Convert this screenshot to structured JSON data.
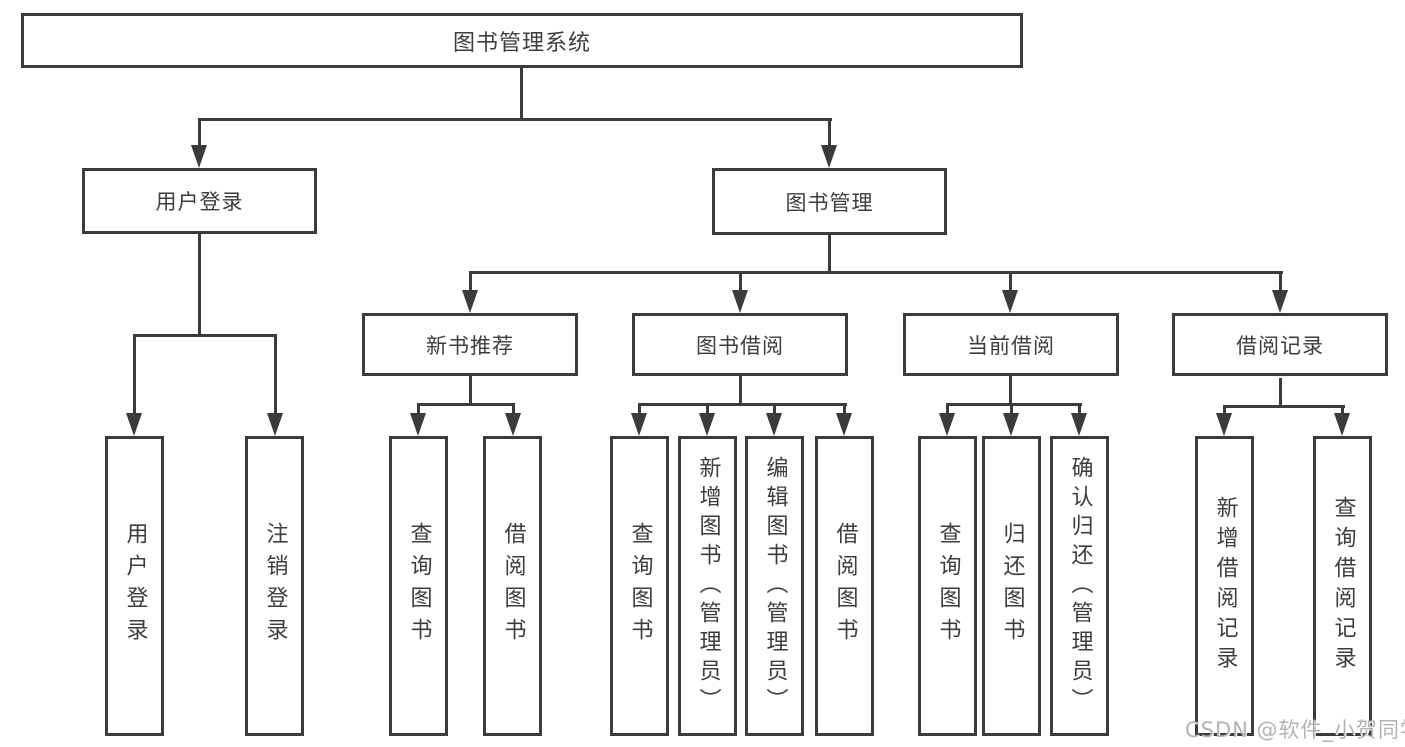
{
  "diagram": {
    "type": "org-tree",
    "watermark": "CSDN @软件_小贺同学",
    "colors": {
      "line": "#3b3b3b",
      "text": "#3d3d3d",
      "watermark": "#b3b3b3",
      "background": "#ffffff"
    },
    "nodes": {
      "root": {
        "label": "图书管理系统"
      },
      "user_login": {
        "label": "用户登录"
      },
      "book_mgmt": {
        "label": "图书管理"
      },
      "new_books": {
        "label": "新书推荐"
      },
      "book_borrow": {
        "label": "图书借阅"
      },
      "current_borrow": {
        "label": "当前借阅"
      },
      "borrow_records": {
        "label": "借阅记录"
      },
      "leaf_user_login": {
        "label": "用户登录"
      },
      "leaf_logout": {
        "label": "注销登录"
      },
      "leaf_query_books_1": {
        "label": "查询图书"
      },
      "leaf_borrow_books_1": {
        "label": "借阅图书"
      },
      "leaf_query_books_2": {
        "label": "查询图书"
      },
      "leaf_add_books_admin": {
        "label": "新增图书（管理员）"
      },
      "leaf_edit_books_admin": {
        "label": "编辑图书（管理员）"
      },
      "leaf_borrow_books_2": {
        "label": "借阅图书"
      },
      "leaf_query_books_3": {
        "label": "查询图书"
      },
      "leaf_return_books": {
        "label": "归还图书"
      },
      "leaf_confirm_return_admin": {
        "label": "确认归还（管理员）"
      },
      "leaf_add_borrow_record": {
        "label": "新增借阅记录"
      },
      "leaf_query_borrow_record": {
        "label": "查询借阅记录"
      }
    },
    "edges": [
      "root->user_login",
      "root->book_mgmt",
      "user_login->leaf_user_login",
      "user_login->leaf_logout",
      "book_mgmt->new_books",
      "book_mgmt->book_borrow",
      "book_mgmt->current_borrow",
      "book_mgmt->borrow_records",
      "new_books->leaf_query_books_1",
      "new_books->leaf_borrow_books_1",
      "book_borrow->leaf_query_books_2",
      "book_borrow->leaf_add_books_admin",
      "book_borrow->leaf_edit_books_admin",
      "book_borrow->leaf_borrow_books_2",
      "current_borrow->leaf_query_books_3",
      "current_borrow->leaf_return_books",
      "current_borrow->leaf_confirm_return_admin",
      "borrow_records->leaf_add_borrow_record",
      "borrow_records->leaf_query_borrow_record"
    ]
  }
}
